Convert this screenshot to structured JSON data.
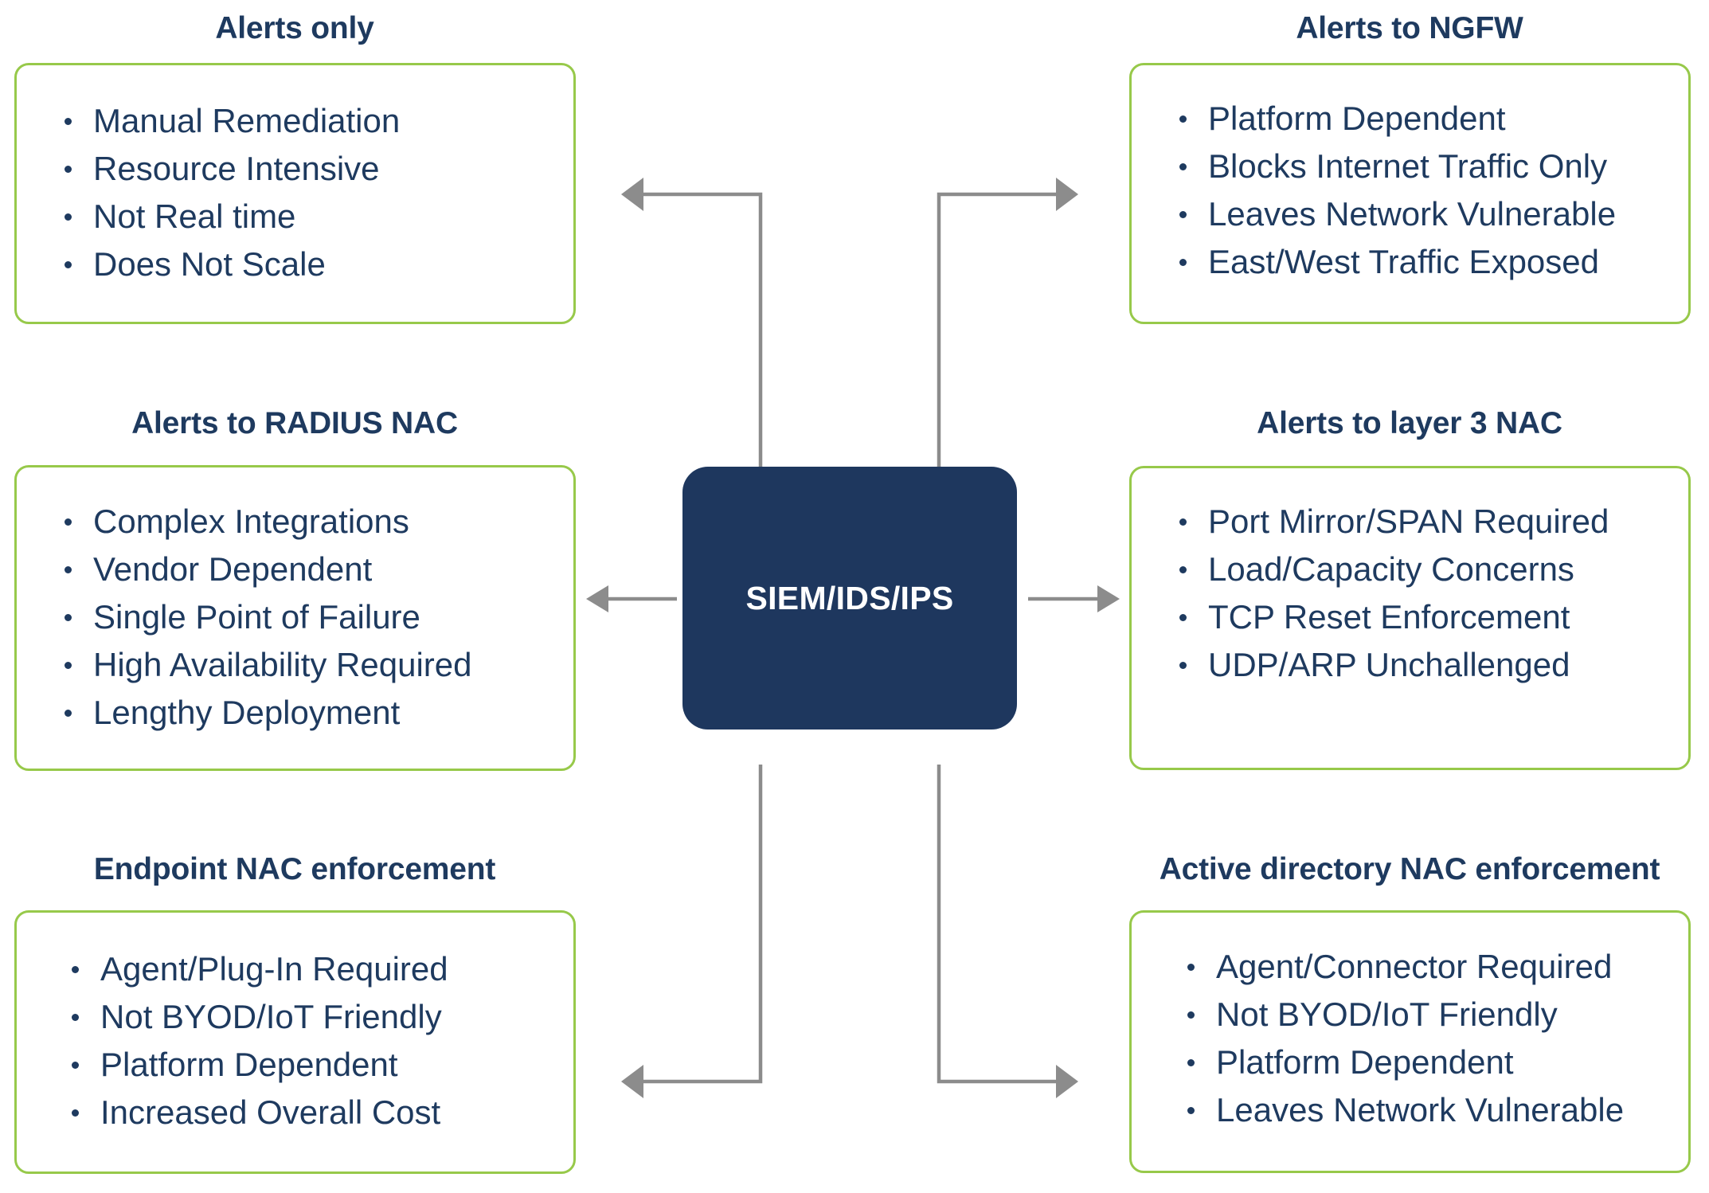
{
  "diagram": {
    "center": {
      "label": "SIEM/IDS/IPS",
      "color": "#1e375e"
    },
    "colors": {
      "box_border": "#97c94a",
      "text": "#1e3a5f",
      "arrow": "#8c8c8c"
    },
    "panels": [
      {
        "id": "alerts-only",
        "title": "Alerts only",
        "items": [
          "Manual Remediation",
          "Resource Intensive",
          "Not Real time",
          "Does Not Scale"
        ]
      },
      {
        "id": "alerts-to-ngfw",
        "title": "Alerts to NGFW",
        "items": [
          "Platform Dependent",
          "Blocks Internet Traffic Only",
          "Leaves Network Vulnerable",
          "East/West Traffic Exposed"
        ]
      },
      {
        "id": "alerts-to-radius-nac",
        "title": "Alerts to RADIUS NAC",
        "items": [
          "Complex Integrations",
          "Vendor Dependent",
          "Single Point of Failure",
          "High Availability Required",
          "Lengthy Deployment"
        ]
      },
      {
        "id": "alerts-to-layer3-nac",
        "title": "Alerts to layer 3 NAC",
        "items": [
          "Port Mirror/SPAN Required",
          "Load/Capacity Concerns",
          "TCP Reset Enforcement",
          "UDP/ARP Unchallenged"
        ]
      },
      {
        "id": "endpoint-nac",
        "title": "Endpoint NAC enforcement",
        "items": [
          "Agent/Plug-In Required",
          "Not BYOD/IoT Friendly",
          "Platform Dependent",
          "Increased Overall Cost"
        ]
      },
      {
        "id": "active-directory-nac",
        "title": "Active directory NAC enforcement",
        "items": [
          "Agent/Connector Required",
          "Not BYOD/IoT Friendly",
          "Platform Dependent",
          "Leaves Network Vulnerable"
        ]
      }
    ]
  }
}
